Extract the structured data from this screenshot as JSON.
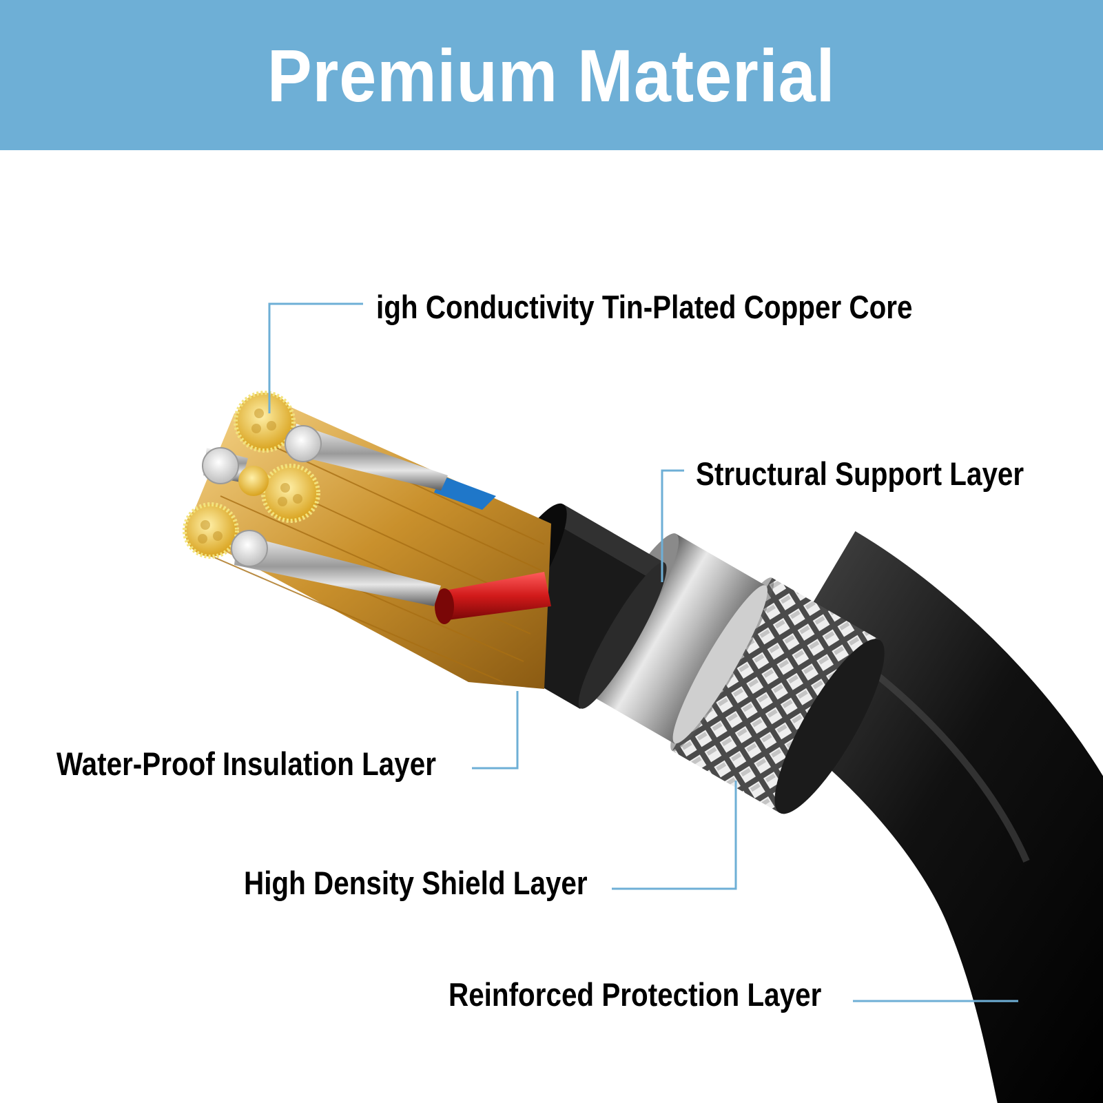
{
  "header": {
    "title": "Premium Material"
  },
  "labels": {
    "core": "igh Conductivity Tin-Plated Copper Core",
    "support": "Structural Support Layer",
    "insulation": "Water-Proof Insulation Layer",
    "shield": "High Density Shield Layer",
    "protection": "Reinforced Protection Layer"
  },
  "colors": {
    "banner": "#6eafd6",
    "leader_line": "#6eafd6",
    "jacket": "#151515",
    "copper": "#d9a43a",
    "tin": "#d8d8d8",
    "red_wire": "#d11a1a",
    "blue_wire": "#1f77c9"
  }
}
